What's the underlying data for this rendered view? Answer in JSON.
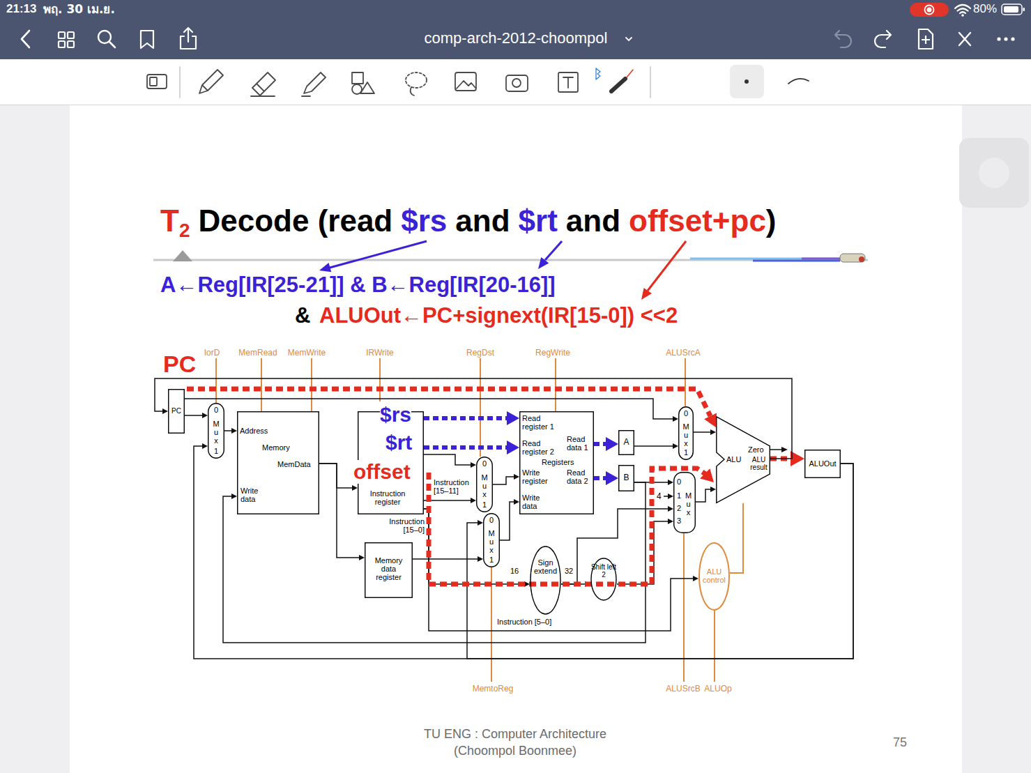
{
  "diagram": {
    "nodes": [
      {
        "text": [
          "PC"
        ]
      },
      {
        "text": [
          "0",
          "M u x",
          "1"
        ]
      },
      {
        "text": [
          "Address",
          "Memory",
          "MemData",
          "Write data"
        ]
      },
      {
        "text": [
          "Instruction register"
        ]
      },
      {
        "text": [
          "Memory data register"
        ]
      },
      {
        "text": [
          "0",
          "M u x",
          "1"
        ]
      },
      {
        "text": [
          "0",
          "M u x",
          "1"
        ]
      },
      {
        "text": [
          "Read register 1",
          "Read register 2",
          "Registers",
          "Write register",
          "Write data",
          "Read data 1",
          "Read data 2"
        ]
      },
      {
        "text": [
          "A"
        ]
      },
      {
        "text": [
          "B"
        ]
      },
      {
        "text": [
          "Sign extend"
        ]
      },
      {
        "text": [
          "Shift left 2"
        ]
      },
      {
        "text": [
          "0",
          "M u x",
          "1"
        ]
      },
      {
        "text": [
          "0",
          "1",
          "2",
          "3",
          "M u x"
        ]
      },
      {
        "text": [
          "Zero",
          "ALU",
          "ALU result"
        ]
      },
      {
        "text": [
          "ALUOut"
        ]
      },
      {
        "text": [
          "ALU control"
        ]
      }
    ],
    "edges": [
      {
        "from": 0,
        "to": 1,
        "arrow": "to"
      },
      {
        "from": 1,
        "to": 2,
        "arrow": "to"
      },
      {
        "from": 2,
        "to": 3,
        "arrow": "to"
      },
      {
        "from": 2,
        "to": 4,
        "arrow": "to"
      },
      {
        "from": 3,
        "to": 7,
        "arrow": "to"
      },
      {
        "from": 3,
        "to": 7,
        "arrow": "to"
      },
      {
        "from": 3,
        "to": 5,
        "arrow": "to"
      },
      {
        "from": 3,
        "to": 5,
        "arrow": "to"
      },
      {
        "from": 5,
        "to": 7,
        "arrow": "to"
      },
      {
        "from": 4,
        "to": 6,
        "arrow": "to"
      },
      {
        "from": 15,
        "to": 6,
        "arrow": "to"
      },
      {
        "from": 6,
        "to": 7,
        "arrow": "to"
      },
      {
        "from": 7,
        "to": 8,
        "arrow": "to"
      },
      {
        "from": 7,
        "to": 9,
        "arrow": "to"
      },
      {
        "from": 0,
        "to": 12,
        "arrow": "to"
      },
      {
        "from": 8,
        "to": 12,
        "arrow": "to"
      },
      {
        "from": 9,
        "to": 13,
        "arrow": "to"
      },
      {
        "from": 9,
        "to": 2,
        "arrow": "to"
      },
      {
        "from": 3,
        "to": 10,
        "arrow": "to"
      },
      {
        "from": 10,
        "to": 11,
        "arrow": "to"
      },
      {
        "from": 10,
        "to": 13,
        "arrow": "to"
      },
      {
        "from": 11,
        "to": 13,
        "arrow": "to"
      },
      {
        "from": 12,
        "to": 14,
        "arrow": "to"
      },
      {
        "from": 13,
        "to": 14,
        "arrow": "to"
      },
      {
        "from": 14,
        "to": 15,
        "arrow": "to"
      },
      {
        "from": 15,
        "to": 1,
        "arrow": "to"
      },
      {
        "from": 14,
        "to": 0,
        "arrow": "to"
      },
      {
        "from": 3,
        "to": 16,
        "arrow": "to"
      },
      {
        "from": 16,
        "to": 14,
        "arrow": "none"
      }
    ],
    "labels": [
      "21:13",
      "พฤ. 30 เม.ย.",
      "80%",
      "comp-arch-2012-choompol",
      "T",
      "2",
      "Decode (read",
      "$rs",
      "and",
      "$rt",
      "and",
      "offset+pc",
      ")",
      "A←Reg[IR[25-21]] & B←Reg[IR[20-16]]",
      "&",
      "ALUOut←PC+signext(IR[15-0]) <<2",
      "PC",
      "IorD",
      "MemRead",
      "MemWrite",
      "IRWrite",
      "RegDst",
      "RegWrite",
      "ALUSrcA",
      "$rs",
      "$rt",
      "offset",
      "Instruction [15–11]",
      "Instruction [15–0]",
      "16",
      "32",
      "4",
      "Instruction [5–0]",
      "MemtoReg",
      "ALUSrcB",
      "ALUOp",
      "TU ENG : Computer Architecture (Choompol Boonmee)",
      "75"
    ]
  }
}
